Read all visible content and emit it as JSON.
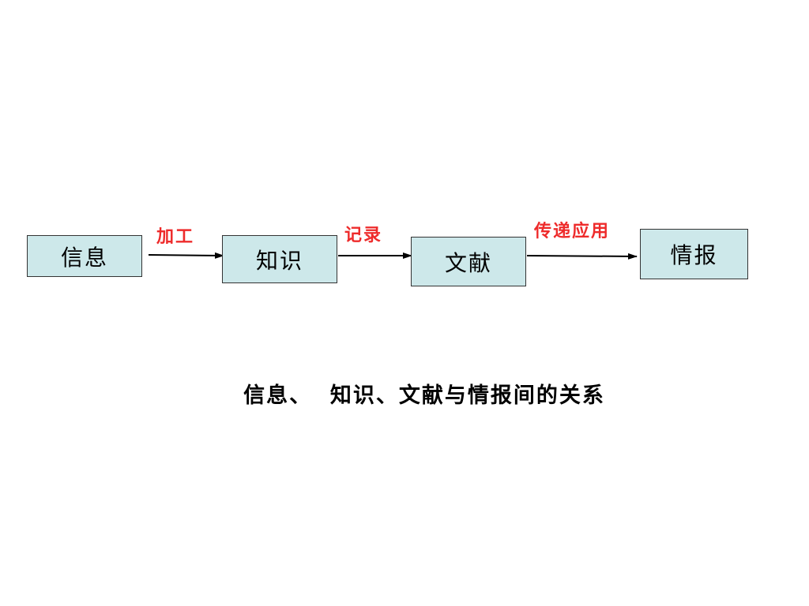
{
  "diagram": {
    "nodes": [
      {
        "id": "xinxi",
        "label": "信息"
      },
      {
        "id": "zhishi",
        "label": "知识"
      },
      {
        "id": "wenxian",
        "label": "文献"
      },
      {
        "id": "qingbao",
        "label": "情报"
      }
    ],
    "edges": [
      {
        "from": "xinxi",
        "to": "zhishi",
        "label": "加工"
      },
      {
        "from": "zhishi",
        "to": "wenxian",
        "label": "记录"
      },
      {
        "from": "wenxian",
        "to": "qingbao",
        "label": "传递应用"
      }
    ],
    "caption": "信息、  知识、文献与情报间的关系",
    "colors": {
      "node_fill": "#cde8ea",
      "node_border": "#333333",
      "edge_label": "#ee2b2b",
      "arrow": "#000000"
    }
  }
}
